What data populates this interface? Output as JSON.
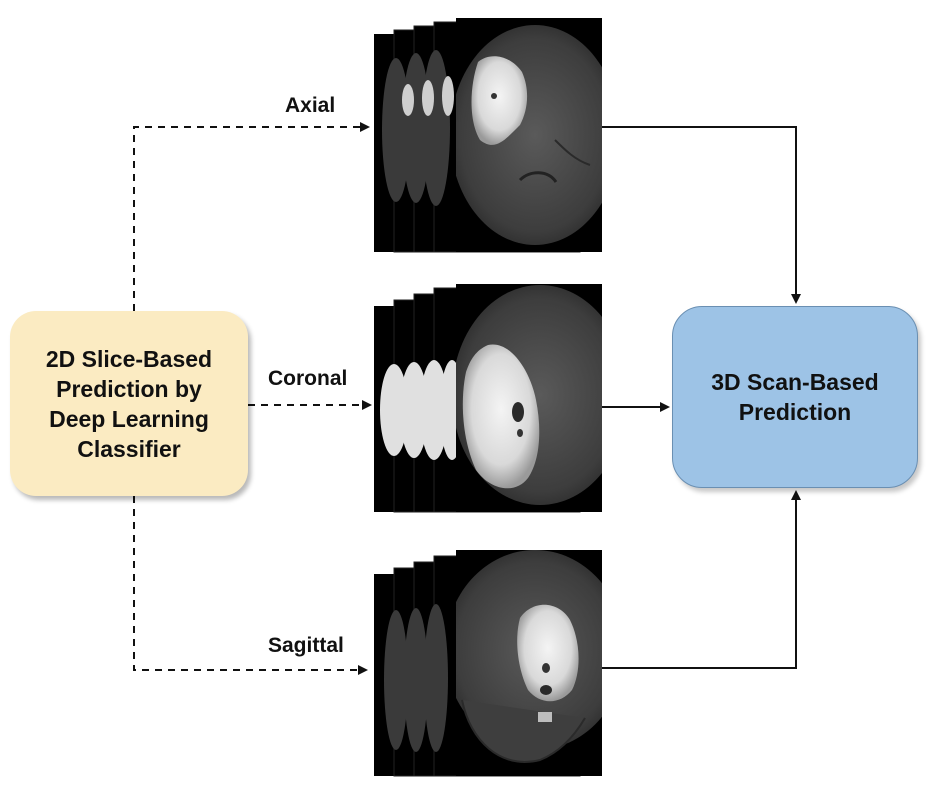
{
  "nodes": {
    "source": {
      "lines": [
        "2D Slice-Based",
        "Prediction by",
        "Deep Learning",
        "Classifier"
      ],
      "color": "#fbebc2"
    },
    "target": {
      "lines": [
        "3D Scan-Based",
        "Prediction"
      ],
      "color": "#9dc3e6"
    }
  },
  "views": [
    {
      "label": "Axial"
    },
    {
      "label": "Coronal"
    },
    {
      "label": "Sagittal"
    }
  ],
  "edges": [
    {
      "from": "source",
      "to": "axial-stack",
      "style": "dashed"
    },
    {
      "from": "source",
      "to": "coronal-stack",
      "style": "dashed"
    },
    {
      "from": "source",
      "to": "sagittal-stack",
      "style": "dashed"
    },
    {
      "from": "axial-stack",
      "to": "target",
      "style": "solid"
    },
    {
      "from": "coronal-stack",
      "to": "target",
      "style": "solid"
    },
    {
      "from": "sagittal-stack",
      "to": "target",
      "style": "solid"
    }
  ]
}
